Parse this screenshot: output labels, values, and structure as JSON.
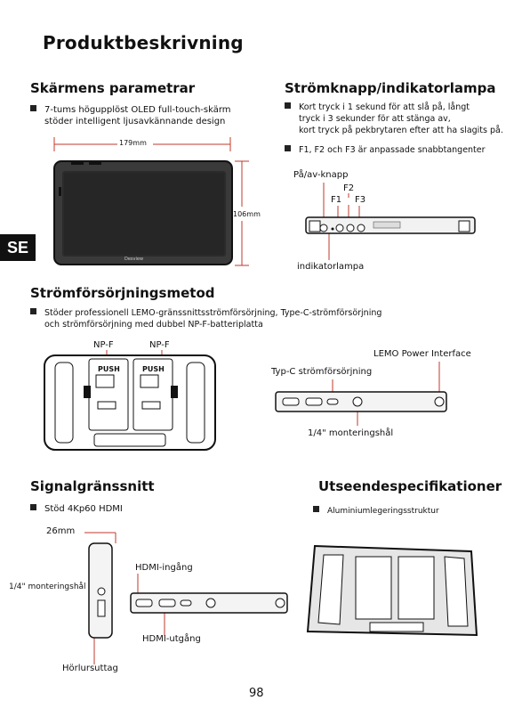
{
  "title": "Produktbeskrivning",
  "side_tab": "SE",
  "screen": {
    "heading": "Skärmens parametrar",
    "bullet_line1": "7-tums högupplöst OLED full-touch-skärm",
    "bullet_line2": "stöder intelligent ljusavkännande design",
    "width_label": "179mm",
    "height_label": "106mm",
    "brand": "Desview"
  },
  "power_button": {
    "heading": "Strömknapp/indikatorlampa",
    "bullet1_line1": "Kort tryck i 1 sekund för att slå på, långt",
    "bullet1_line2": "tryck i 3 sekunder för att stänga av,",
    "bullet1_line3": "kort tryck på pekbrytaren efter att ha slagits på.",
    "bullet2": "F1, F2 och F3 är anpassade snabbtangenter",
    "label_power": "På/av-knapp",
    "label_f2": "F2",
    "label_f1": "F1",
    "label_f3": "F3",
    "label_indicator": "indikatorlampa"
  },
  "power_supply": {
    "heading": "Strömförsörjningsmetod",
    "bullet_line1": "Stöder professionell LEMO-gränssnittsströmförsörjning, Type-C-strömförsörjning",
    "bullet_line2": "och strömförsörjning med dubbel NP-F-batteriplatta",
    "label_npf1": "NP-F",
    "label_npf2": "NP-F",
    "push1": "PUSH",
    "push2": "PUSH",
    "label_lemo": "LEMO Power Interface",
    "label_typec": "Typ-C strömförsörjning",
    "label_mount": "1/4\" monteringshål"
  },
  "signal": {
    "heading": "Signalgränssnitt",
    "bullet": "Stöd 4Kp60 HDMI",
    "label_depth": "26mm",
    "label_mount": "1/4\" monteringshål",
    "label_hdmi_in": "HDMI-ingång",
    "label_hdmi_out": "HDMI-utgång",
    "label_headphone": "Hörlursuttag"
  },
  "appearance": {
    "heading": "Utseendespecifikationer",
    "bullet": "Aluminiumlegeringsstruktur"
  },
  "page_number": "98"
}
